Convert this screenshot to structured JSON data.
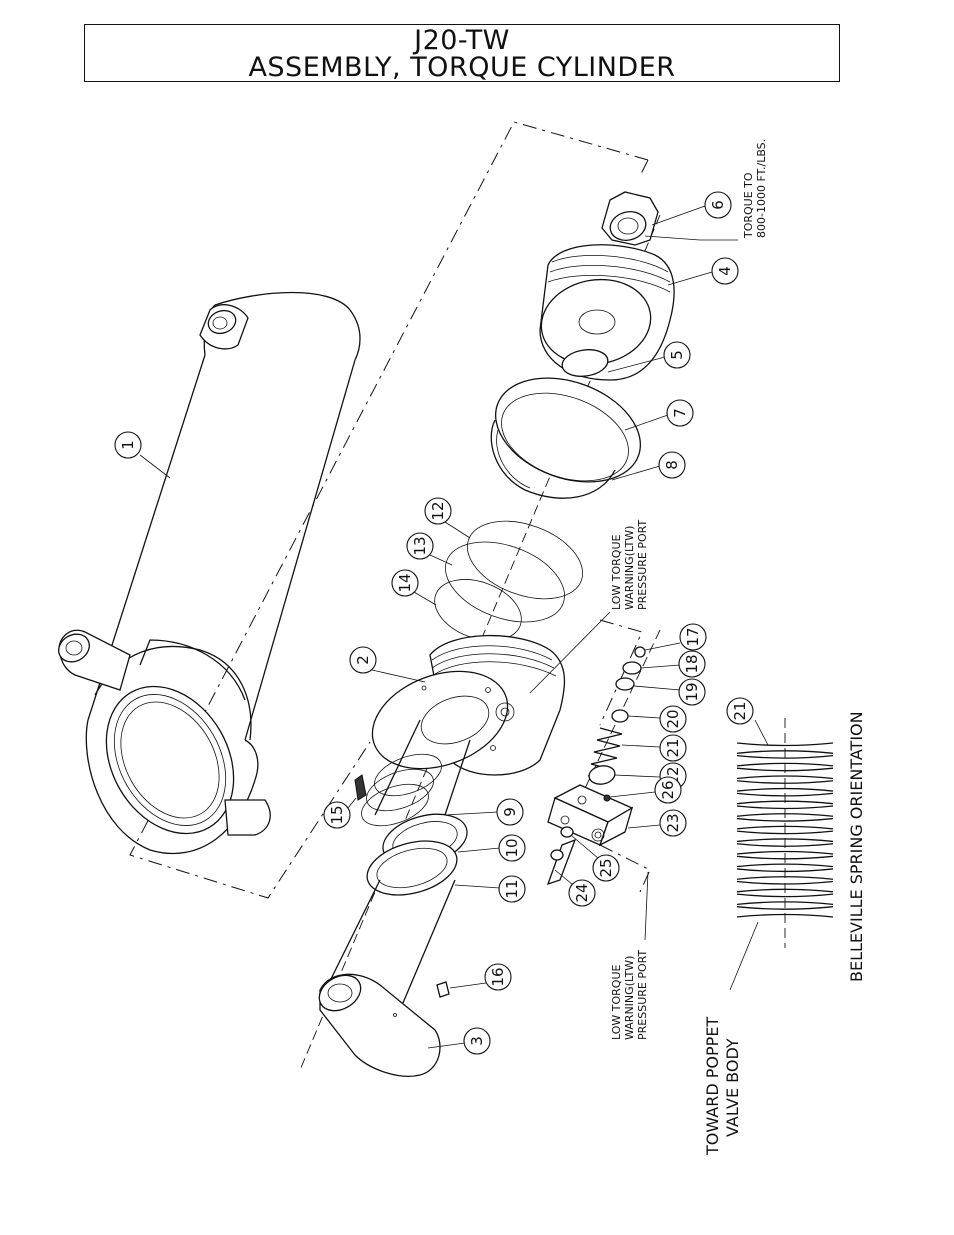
{
  "title": {
    "line1": "J20-TW",
    "line2": "ASSEMBLY, TORQUE CYLINDER"
  },
  "notes": {
    "torque_line1": "TORQUE TO",
    "torque_line2": "800-1000 FT./LBS.",
    "ltw_upper_line1": "LOW TORQUE",
    "ltw_upper_line2": "WARNING(LTW)",
    "ltw_upper_line3": "PRESSURE PORT",
    "ltw_lower_line1": "LOW TORQUE",
    "ltw_lower_line2": "WARNING(LTW)",
    "ltw_lower_line3": "PRESSURE PORT",
    "toward_line1": "TOWARD POPPET",
    "toward_line2": "VALVE BODY",
    "spring_orientation": "BELLEVILLE SPRING ORIENTATION"
  },
  "balloons": [
    "1",
    "2",
    "3",
    "4",
    "5",
    "6",
    "7",
    "8",
    "9",
    "10",
    "11",
    "12",
    "13",
    "14",
    "15",
    "16",
    "17",
    "18",
    "19",
    "20",
    "21",
    "22",
    "23",
    "24",
    "25",
    "26",
    "21"
  ]
}
